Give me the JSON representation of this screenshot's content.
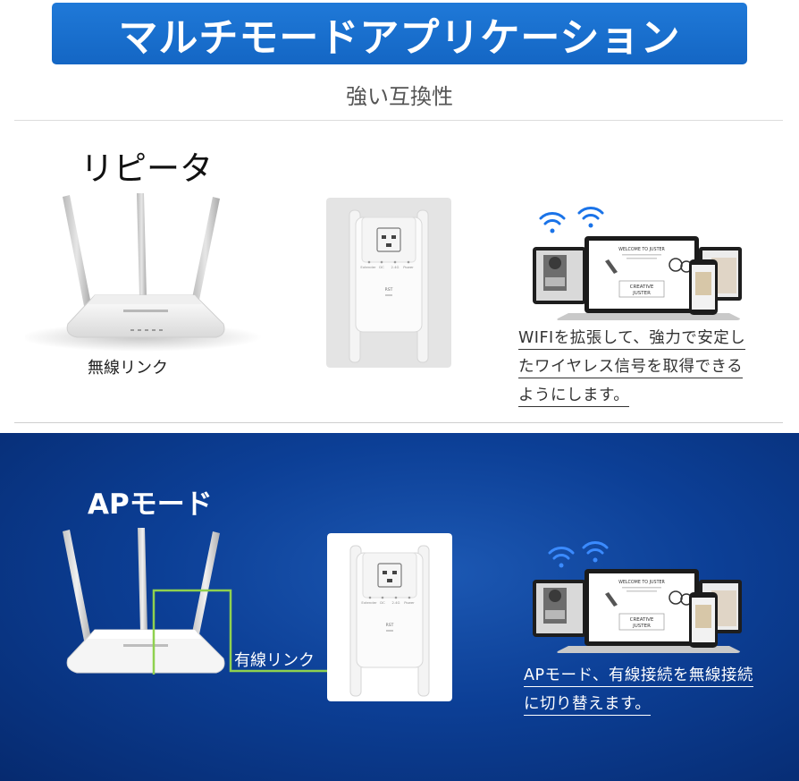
{
  "header": {
    "title": "マルチモードアプリケーション",
    "subtitle": "強い互換性"
  },
  "repeater": {
    "title": "リピータ",
    "link_label": "無線リンク",
    "description_lines": [
      "WIFIを拡張して、強力で安定し",
      "たワイヤレス信号を取得できる",
      "ようにします。"
    ]
  },
  "ap_mode": {
    "title": "APモード",
    "link_label": "有線リンク",
    "description_lines": [
      "APモード、有線接続を無線接続",
      "に切り替えます。"
    ]
  },
  "laptop_screen": {
    "headline": "WELCOME TO JUSTER",
    "brand_top": "CREATIVE",
    "brand_bottom": "JUSTER"
  },
  "device": {
    "button_label": "RST",
    "port_labels": [
      "Extender",
      "DC",
      "2.4G",
      "Power"
    ]
  },
  "colors": {
    "banner": "#1466c4",
    "ap_background": "#0c3f96",
    "cable": "#8fd14f",
    "wifi": "#1a73e8"
  },
  "icons": [
    "wifi-signal-icon",
    "router-icon",
    "extender-device-icon",
    "laptop-icon",
    "smartphone-icon"
  ]
}
